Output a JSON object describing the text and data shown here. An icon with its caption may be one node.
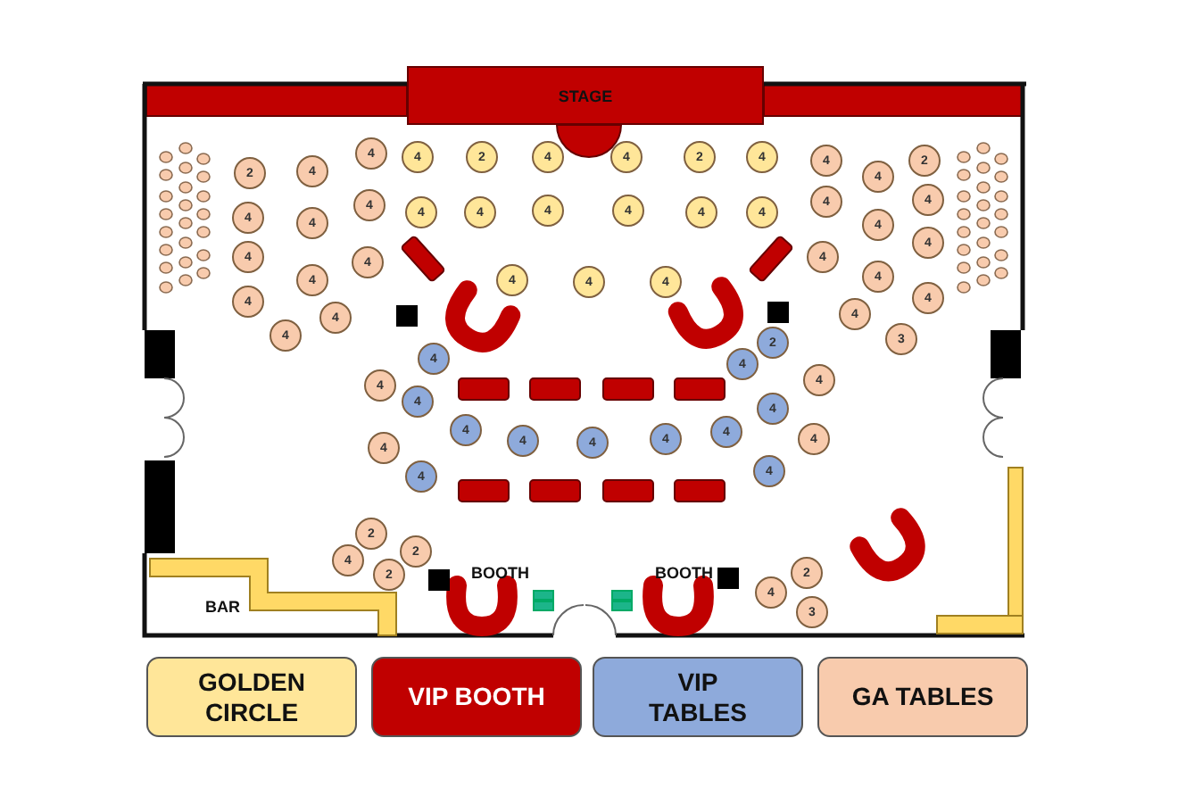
{
  "diagram": {
    "nodes": [
      {
        "text": [
          "STAGE"
        ]
      },
      {
        "text": [
          "2"
        ]
      },
      {
        "text": [
          "4"
        ]
      },
      {
        "text": [
          "4"
        ]
      },
      {
        "text": [
          "4"
        ]
      },
      {
        "text": [
          "2"
        ]
      },
      {
        "text": [
          "4"
        ]
      },
      {
        "text": [
          "4"
        ]
      },
      {
        "text": [
          "2"
        ]
      },
      {
        "text": [
          "4"
        ]
      },
      {
        "text": [
          "4"
        ]
      },
      {
        "text": [
          "4"
        ]
      },
      {
        "text": [
          "2"
        ]
      },
      {
        "text": [
          "4"
        ]
      },
      {
        "text": [
          "4"
        ]
      },
      {
        "text": [
          "4"
        ]
      },
      {
        "text": [
          "4"
        ]
      },
      {
        "text": [
          "4"
        ]
      },
      {
        "text": [
          "4"
        ]
      },
      {
        "text": [
          "4"
        ]
      },
      {
        "text": [
          "4"
        ]
      },
      {
        "text": [
          "4"
        ]
      },
      {
        "text": [
          "4"
        ]
      },
      {
        "text": [
          "4"
        ]
      },
      {
        "text": [
          "4"
        ]
      },
      {
        "text": [
          "4"
        ]
      },
      {
        "text": [
          "4"
        ]
      },
      {
        "text": [
          "4"
        ]
      },
      {
        "text": [
          "4"
        ]
      },
      {
        "text": [
          "4"
        ]
      },
      {
        "text": [
          "4"
        ]
      },
      {
        "text": [
          "4"
        ]
      },
      {
        "text": [
          "4"
        ]
      },
      {
        "text": [
          "4"
        ]
      },
      {
        "text": [
          "4"
        ]
      },
      {
        "text": [
          "4"
        ]
      },
      {
        "text": [
          "4"
        ]
      },
      {
        "text": [
          "4"
        ]
      },
      {
        "text": [
          "3"
        ]
      },
      {
        "text": [
          "4"
        ]
      },
      {
        "text": [
          "4"
        ]
      },
      {
        "text": [
          "4"
        ]
      },
      {
        "text": [
          "2"
        ]
      },
      {
        "text": [
          "4"
        ]
      },
      {
        "text": [
          "4"
        ]
      },
      {
        "text": [
          "4"
        ]
      },
      {
        "text": [
          "4"
        ]
      },
      {
        "text": [
          "4"
        ]
      },
      {
        "text": [
          "4"
        ]
      },
      {
        "text": [
          "4"
        ]
      },
      {
        "text": [
          "4"
        ]
      },
      {
        "text": [
          "4"
        ]
      },
      {
        "text": [
          "4"
        ]
      },
      {
        "text": [
          "4"
        ]
      },
      {
        "text": [
          "4"
        ]
      },
      {
        "text": [
          "4"
        ]
      },
      {
        "text": [
          "2"
        ]
      },
      {
        "text": [
          "2"
        ]
      },
      {
        "text": [
          "4"
        ]
      },
      {
        "text": [
          "2"
        ]
      },
      {
        "text": [
          "2"
        ]
      },
      {
        "text": [
          "4"
        ]
      },
      {
        "text": [
          "3"
        ]
      }
    ],
    "labels": [
      "BOOTH",
      "BOOTH",
      "BAR"
    ],
    "legend": [
      {
        "text": "GOLDEN CIRCLE",
        "color": "#ffe699"
      },
      {
        "text": "VIP BOOTH",
        "color": "#c00000"
      },
      {
        "text": "VIP TABLES",
        "color": "#8eaadb"
      },
      {
        "text": "GA TABLES",
        "color": "#f8cbad"
      }
    ]
  }
}
